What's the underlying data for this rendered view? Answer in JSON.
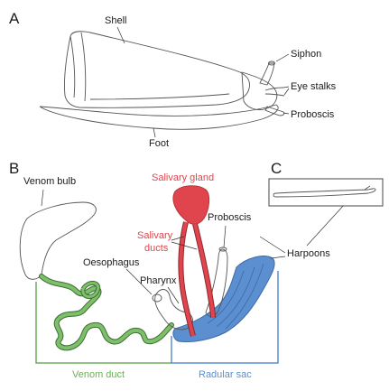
{
  "panels": {
    "a": "A",
    "b": "B",
    "c": "C"
  },
  "labels": {
    "shell": "Shell",
    "siphon": "Siphon",
    "eye_stalks": "Eye stalks",
    "proboscis_a": "Proboscis",
    "foot": "Foot",
    "venom_bulb": "Venom bulb",
    "salivary_gland": "Salivary gland",
    "salivary_ducts_1": "Salivary",
    "salivary_ducts_2": "ducts",
    "proboscis_b": "Proboscis",
    "oesophagus": "Oesophagus",
    "pharynx": "Pharynx",
    "harpoons": "Harpoons",
    "venom_duct": "Venom duct",
    "radular_sac": "Radular sac"
  },
  "colors": {
    "salivary": "#e0454d",
    "venom_duct": "#6fad5d",
    "radular_sac": "#5b8fd0",
    "outline": "#555555",
    "text": "#1a1a1a"
  }
}
